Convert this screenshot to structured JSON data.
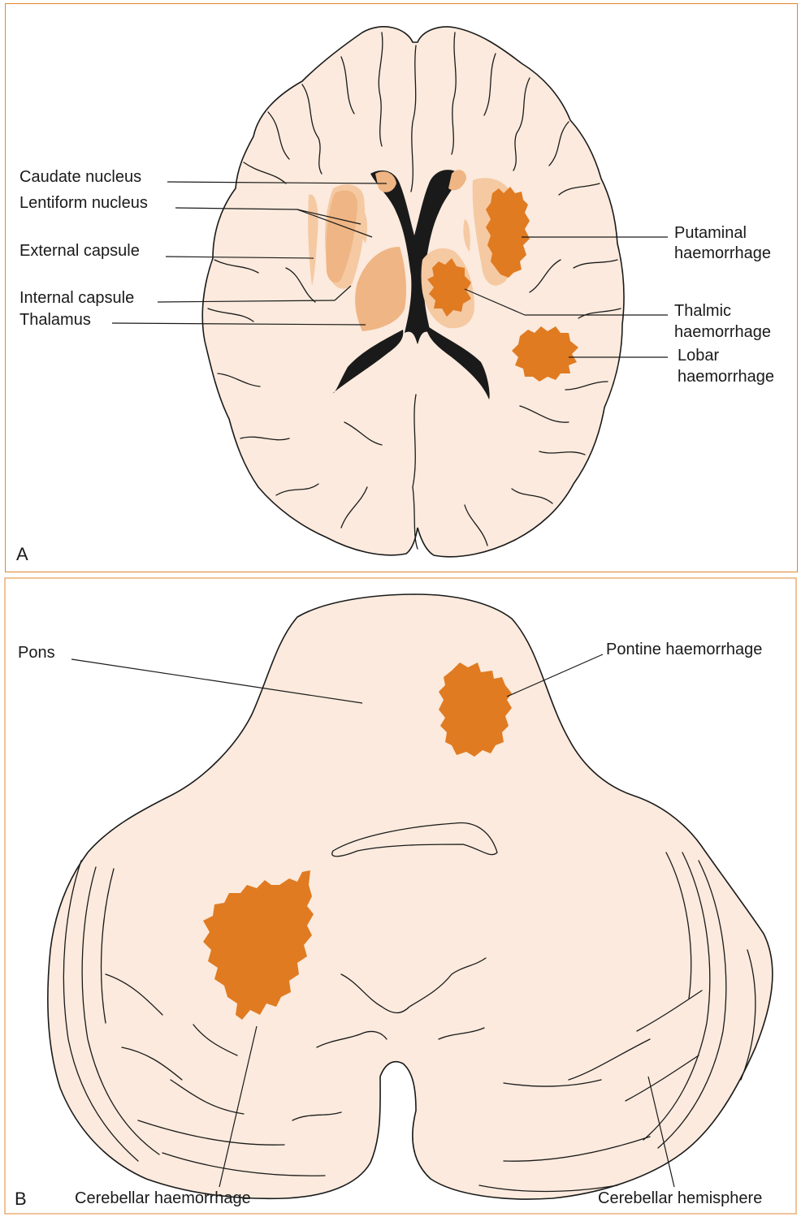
{
  "panel_a": {
    "letter": "A",
    "labels": {
      "caudate": "Caudate nucleus",
      "lentiform": "Lentiform nucleus",
      "external": "External capsule",
      "internal": "Internal capsule",
      "thalamus": "Thalamus",
      "putaminal_1": "Putaminal",
      "putaminal_2": "haemorrhage",
      "thalmic_1": "Thalmic",
      "thalmic_2": "haemorrhage",
      "lobar_1": "Lobar",
      "lobar_2": "haemorrhage"
    }
  },
  "panel_b": {
    "letter": "B",
    "labels": {
      "pons": "Pons",
      "pontine": "Pontine haemorrhage",
      "cerebellar_haem": "Cerebellar haemorrhage",
      "cerebellar_hemi": "Cerebellar hemisphere"
    }
  },
  "colors": {
    "border": "#e0872f",
    "tissue": "#fbeadd",
    "nucleus": "#efb584",
    "haemorrhage": "#e07b22",
    "ventricle": "#1a1a1a"
  }
}
